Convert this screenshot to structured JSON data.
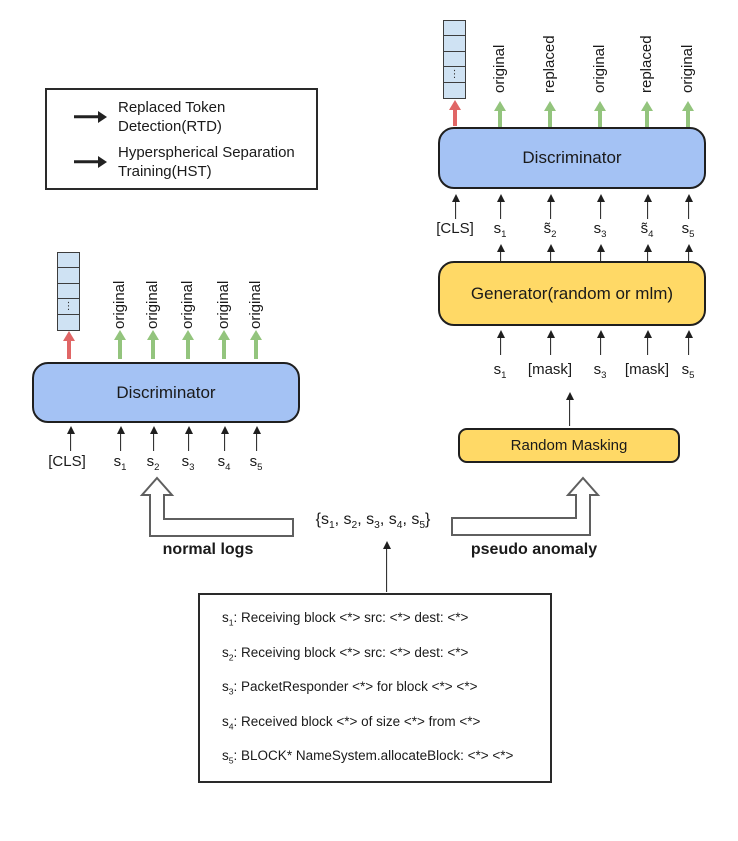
{
  "figure": {
    "title": "log anomaly pretraining diagram"
  },
  "colors": {
    "discriminator_fill": "#a4c2f4",
    "generator_fill": "#ffd966",
    "vector_cell_fill": "#cfe2f3",
    "rtd_green": "#93c47d",
    "hst_red": "#e06666"
  },
  "legend": {
    "items": [
      {
        "id": "rtd",
        "label": "Replaced Token Detection(RTD)"
      },
      {
        "id": "hst",
        "label": "Hyperspherical Separation Training(HST)"
      }
    ]
  },
  "left_branch": {
    "vector_dots": "⋮",
    "outputs": [
      "original",
      "original",
      "original",
      "original",
      "original"
    ],
    "discriminator_label": "Discriminator",
    "inputs": [
      [
        {
          "t": "[CLS]"
        }
      ],
      [
        {
          "t": "s"
        },
        {
          "sub": "1"
        }
      ],
      [
        {
          "t": "s"
        },
        {
          "sub": "2"
        }
      ],
      [
        {
          "t": "s"
        },
        {
          "sub": "3"
        }
      ],
      [
        {
          "t": "s"
        },
        {
          "sub": "4"
        }
      ],
      [
        {
          "t": "s"
        },
        {
          "sub": "5"
        }
      ]
    ],
    "flow_label": "normal logs"
  },
  "right_branch": {
    "vector_dots": "⋮",
    "outputs": [
      "original",
      "replaced",
      "original",
      "replaced",
      "original"
    ],
    "discriminator_label": "Discriminator",
    "disc_inputs": [
      [
        {
          "t": "[CLS]"
        }
      ],
      [
        {
          "t": "s"
        },
        {
          "sub": "1"
        }
      ],
      [
        {
          "t": "s̃"
        },
        {
          "sub": "2"
        }
      ],
      [
        {
          "t": "s"
        },
        {
          "sub": "3"
        }
      ],
      [
        {
          "t": "s̃"
        },
        {
          "sub": "4"
        }
      ],
      [
        {
          "t": "s"
        },
        {
          "sub": "5"
        }
      ]
    ],
    "generator_label": "Generator(random or mlm)",
    "gen_inputs": [
      [
        {
          "t": "s"
        },
        {
          "sub": "1"
        }
      ],
      [
        {
          "t": "[mask]"
        }
      ],
      [
        {
          "t": "s"
        },
        {
          "sub": "3"
        }
      ],
      [
        {
          "t": "[mask]"
        }
      ],
      [
        {
          "t": "s"
        },
        {
          "sub": "5"
        }
      ]
    ],
    "masking_label": "Random Masking",
    "flow_label": "pseudo anomaly"
  },
  "sequence_set": {
    "parts": [
      {
        "t": "{s"
      },
      {
        "sub": "1"
      },
      {
        "t": ", s"
      },
      {
        "sub": "2"
      },
      {
        "t": ", s"
      },
      {
        "sub": "3"
      },
      {
        "t": ", s"
      },
      {
        "sub": "4"
      },
      {
        "t": ", s"
      },
      {
        "sub": "5"
      },
      {
        "t": "}"
      }
    ]
  },
  "log_box": {
    "lines": [
      [
        {
          "t": "s"
        },
        {
          "sub": "1"
        },
        {
          "t": ": Receiving block <*> src: <*> dest: <*>"
        }
      ],
      [
        {
          "t": "s"
        },
        {
          "sub": "2"
        },
        {
          "t": ": Receiving block <*> src: <*> dest: <*>"
        }
      ],
      [
        {
          "t": "s"
        },
        {
          "sub": "3"
        },
        {
          "t": ": PacketResponder <*> for block <*> <*>"
        }
      ],
      [
        {
          "t": "s"
        },
        {
          "sub": "4"
        },
        {
          "t": ": Received block <*> of size <*> from <*>"
        }
      ],
      [
        {
          "t": "s"
        },
        {
          "sub": "5"
        },
        {
          "t": ": BLOCK* NameSystem.allocateBlock: <*> <*>"
        }
      ]
    ]
  }
}
